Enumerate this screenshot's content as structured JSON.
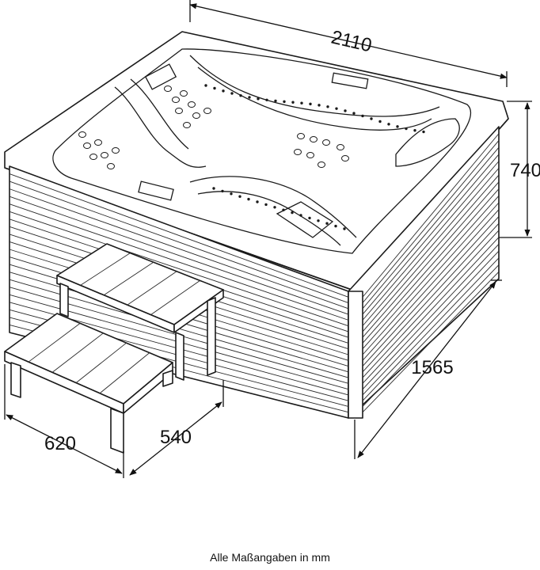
{
  "dimensions": {
    "length": "2110",
    "height": "740",
    "depth": "1565",
    "step_width": "620",
    "step_depth": "540"
  },
  "footer_note": "Alle Maßangaben in mm",
  "line_color": "#1a1a1a"
}
